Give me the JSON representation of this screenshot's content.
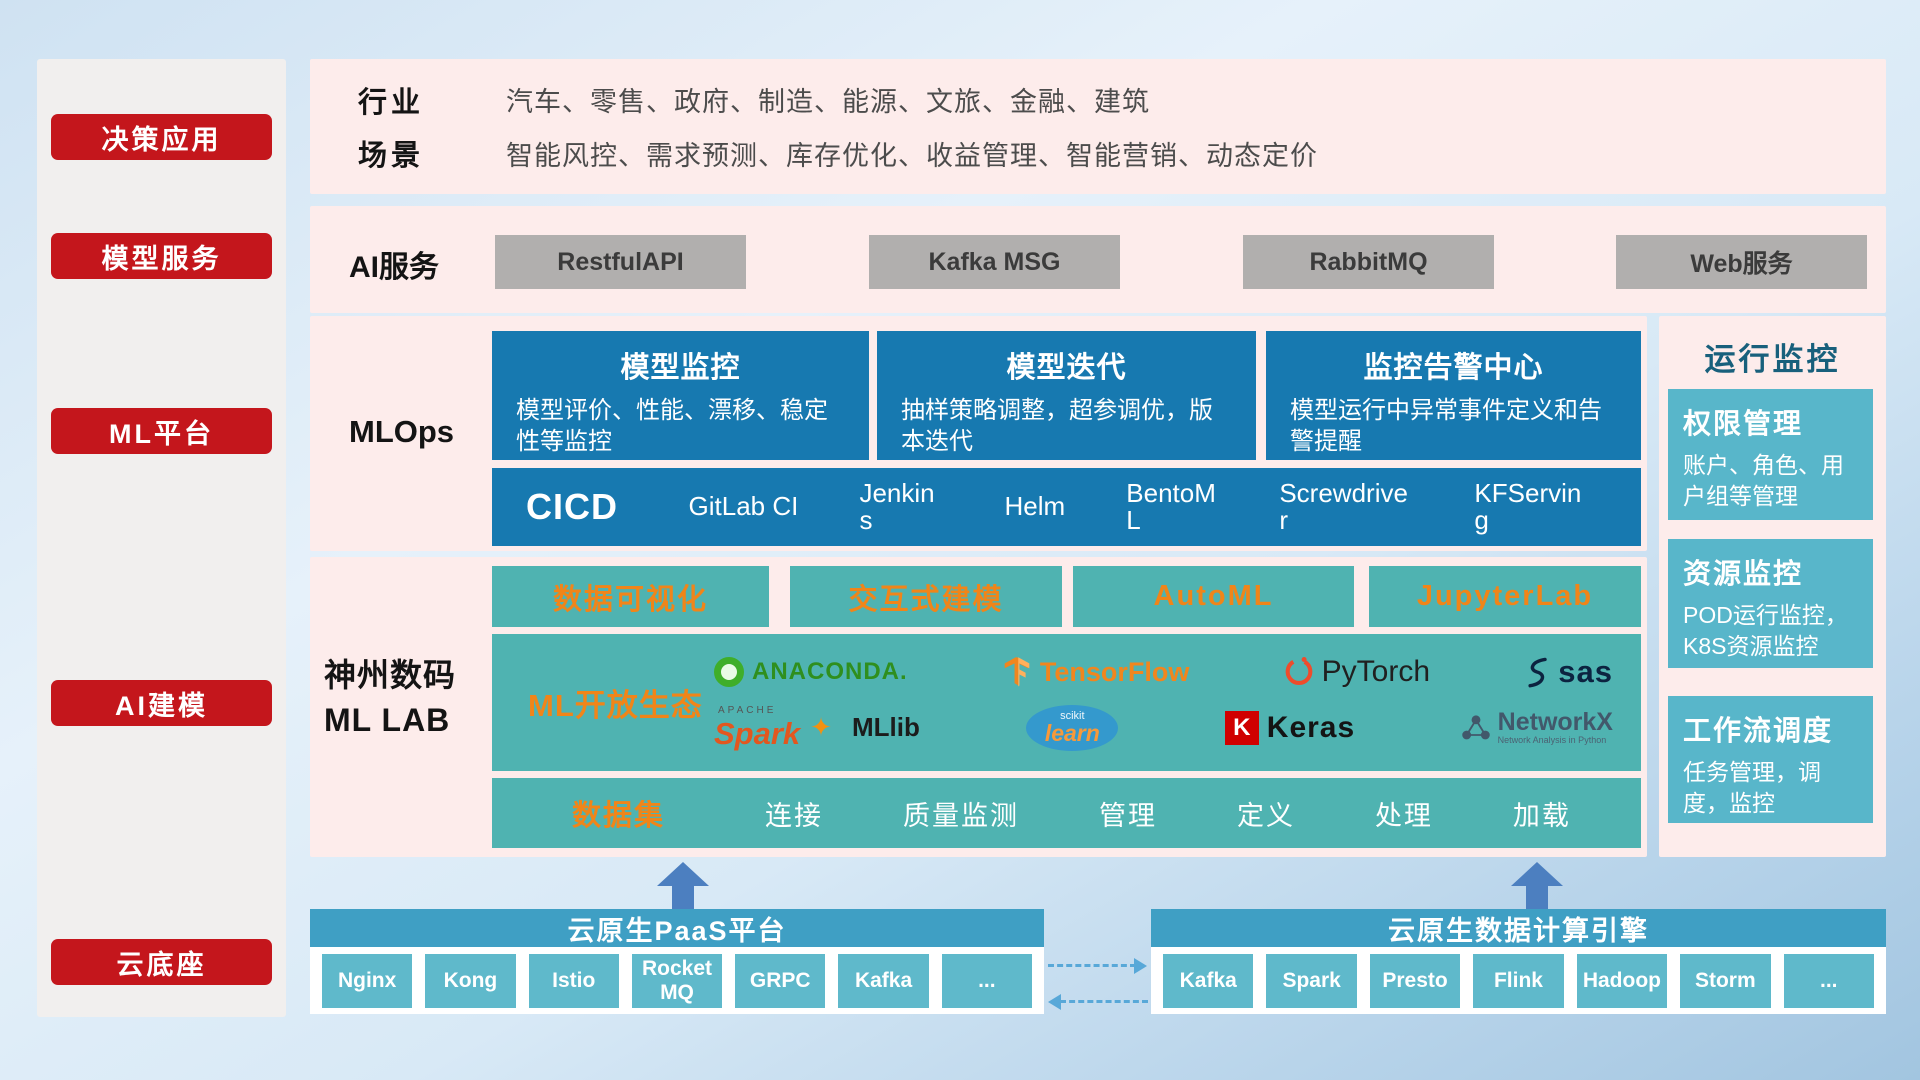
{
  "sidebar": {
    "items": [
      {
        "label": "决策应用"
      },
      {
        "label": "模型服务"
      },
      {
        "label": "ML平台"
      },
      {
        "label": "AI建模"
      },
      {
        "label": "云底座"
      }
    ]
  },
  "industry": {
    "rows": [
      {
        "label": "行业",
        "text": "汽车、零售、政府、制造、能源、文旅、金融、建筑"
      },
      {
        "label": "场景",
        "text": "智能风控、需求预测、库存优化、收益管理、智能营销、动态定价"
      }
    ]
  },
  "ai_service": {
    "label": "AI服务",
    "buttons": [
      "RestfulAPI",
      "Kafka MSG",
      "RabbitMQ",
      "Web服务"
    ]
  },
  "mlops": {
    "label": "MLOps",
    "cards": [
      {
        "title": "模型监控",
        "desc": "模型评价、性能、漂移、稳定性等监控"
      },
      {
        "title": "模型迭代",
        "desc": "抽样策略调整，超参调优，版本迭代"
      },
      {
        "title": "监控告警中心",
        "desc": "模型运行中异常事件定义和告警提醒"
      }
    ],
    "cicd": {
      "title": "CICD",
      "items": [
        "GitLab CI",
        "Jenkins",
        "Helm",
        "BentoML",
        "Screwdriver",
        "KFServing"
      ]
    }
  },
  "mllab": {
    "label_line1": "神州数码",
    "label_line2": "ML LAB",
    "top_boxes": [
      "数据可视化",
      "交互式建模",
      "AutoML",
      "JupyterLab"
    ],
    "ecosystem": {
      "label": "ML开放生态",
      "logos": {
        "anaconda": "ANACONDA.",
        "tensorflow": "TensorFlow",
        "pytorch": "PyTorch",
        "sas": "sas",
        "apache": "APACHE",
        "spark": "Spark",
        "mllib": "MLlib",
        "scikit": "scikit",
        "learn": "learn",
        "keras_k": "K",
        "keras": "Keras",
        "networkx": "NetworkX",
        "networkx_sub": "Network Analysis in Python"
      }
    },
    "dataset": {
      "label": "数据集",
      "items": [
        "连接",
        "质量监测",
        "管理",
        "定义",
        "处理",
        "加载"
      ]
    }
  },
  "monitor": {
    "title": "运行监控",
    "cards": [
      {
        "title": "权限管理",
        "desc": "账户、角色、用户组等管理"
      },
      {
        "title": "资源监控",
        "desc": "POD运行监控，K8S资源监控"
      },
      {
        "title": "工作流调度",
        "desc": "任务管理，调度，监控"
      }
    ]
  },
  "cloud": {
    "paas": {
      "title": "云原生PaaS平台",
      "items": [
        "Nginx",
        "Kong",
        "Istio",
        "RocketMQ",
        "GRPC",
        "Kafka",
        "..."
      ]
    },
    "engine": {
      "title": "云原生数据计算引擎",
      "items": [
        "Kafka",
        "Spark",
        "Presto",
        "Flink",
        "Hadoop",
        "Storm",
        "..."
      ]
    }
  },
  "colors": {
    "red_accent": "#c4161c",
    "pink_panel": "#fdeceb",
    "blue_card": "#1779b0",
    "teal_block": "#4fb3b1",
    "teal_card": "#58b6ca",
    "cloud_header": "#3f9fc4",
    "cloud_item": "#5fb9cb",
    "orange_text": "#f08519"
  }
}
